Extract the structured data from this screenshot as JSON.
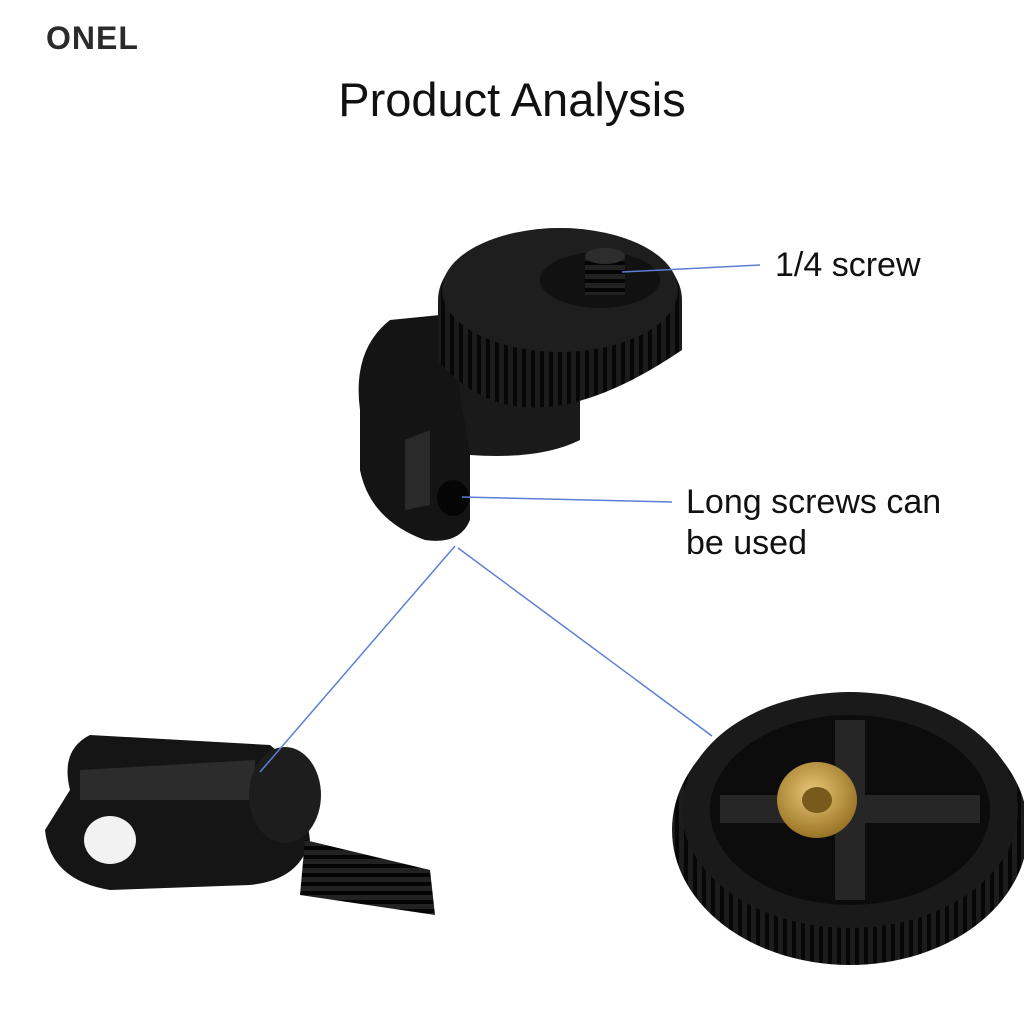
{
  "brand": {
    "name": "ONEL"
  },
  "title": "Product Analysis",
  "callouts": {
    "screw": "1/4 screw",
    "long_screws_line1": "Long screws can",
    "long_screws_line2": "be used"
  },
  "colors": {
    "leader_line": "#5b7fd6",
    "plastic": "#161616",
    "brass": "#c9a24a"
  }
}
